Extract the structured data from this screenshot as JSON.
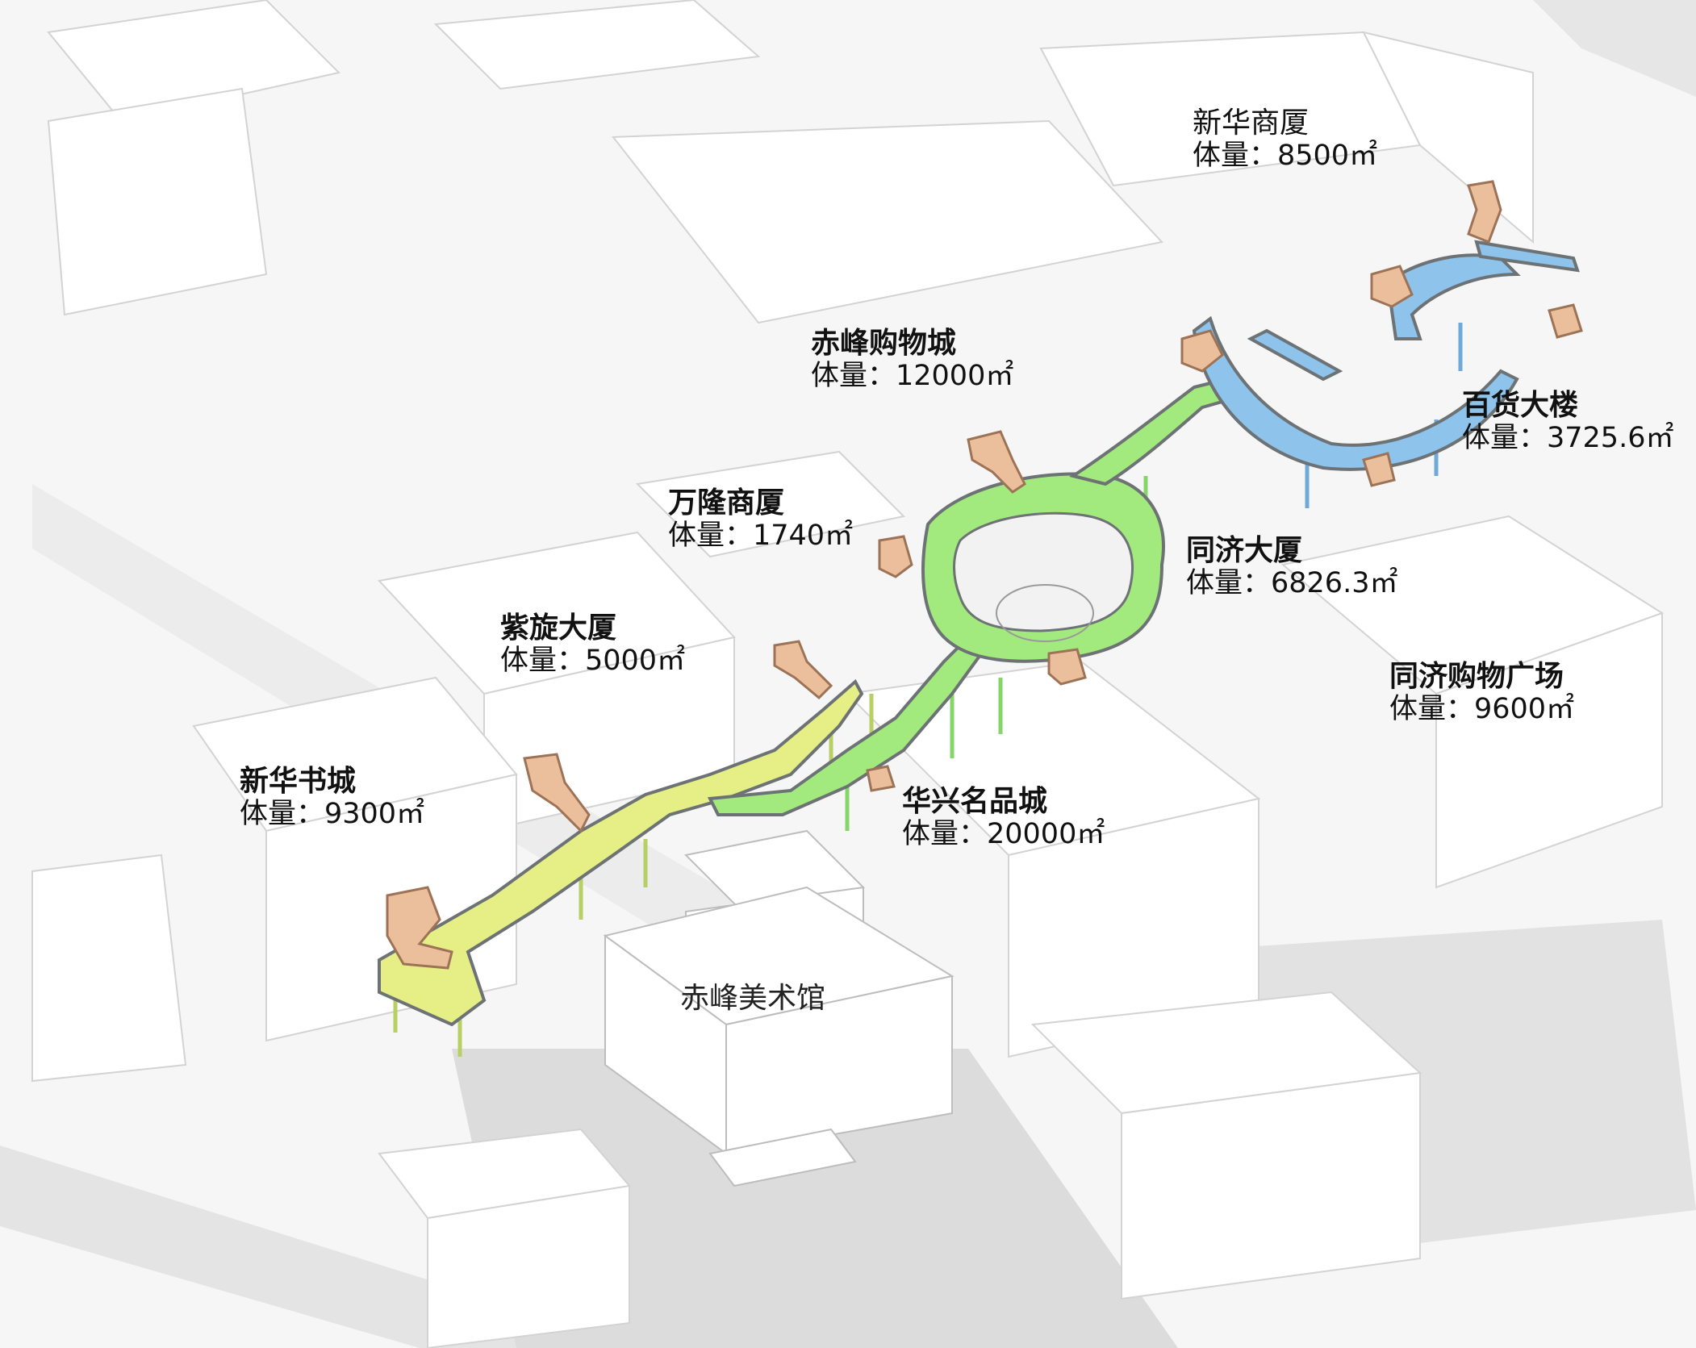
{
  "buildings": [
    {
      "id": "xinhua-shangsha",
      "name": "新华商厦",
      "volume": "体量：8500㎡",
      "bold": false
    },
    {
      "id": "chifeng-gouwucheng",
      "name": "赤峰购物城",
      "volume": "体量：12000㎡",
      "bold": true
    },
    {
      "id": "baihuo-dalou",
      "name": "百货大楼",
      "volume": "体量：3725.6㎡",
      "bold": true
    },
    {
      "id": "wanlong-shangsha",
      "name": "万隆商厦",
      "volume": "体量：1740㎡",
      "bold": true
    },
    {
      "id": "tongji-dasha",
      "name": "同济大厦",
      "volume": "体量：6826.3㎡",
      "bold": true
    },
    {
      "id": "zixuan-dasha",
      "name": "紫旋大厦",
      "volume": "体量：5000㎡",
      "bold": true
    },
    {
      "id": "tongji-gouwu-guangchang",
      "name": "同济购物广场",
      "volume": "体量：9600㎡",
      "bold": true
    },
    {
      "id": "xinhua-shucheng",
      "name": "新华书城",
      "volume": "体量：9300㎡",
      "bold": true
    },
    {
      "id": "huaxing-mingpincheng",
      "name": "华兴名品城",
      "volume": "体量：20000㎡",
      "bold": true
    }
  ],
  "museum": {
    "name": "赤峰美术馆"
  },
  "colors": {
    "walkway_yellow": "#e6ef86",
    "walkway_green": "#a3ea7e",
    "walkway_blue": "#8ec3ec",
    "walkway_edge": "#6d7275",
    "stair_orange": "#ecbf9c",
    "building_line": "#cfcfcf",
    "ground_gray": "#e9e9e9"
  }
}
